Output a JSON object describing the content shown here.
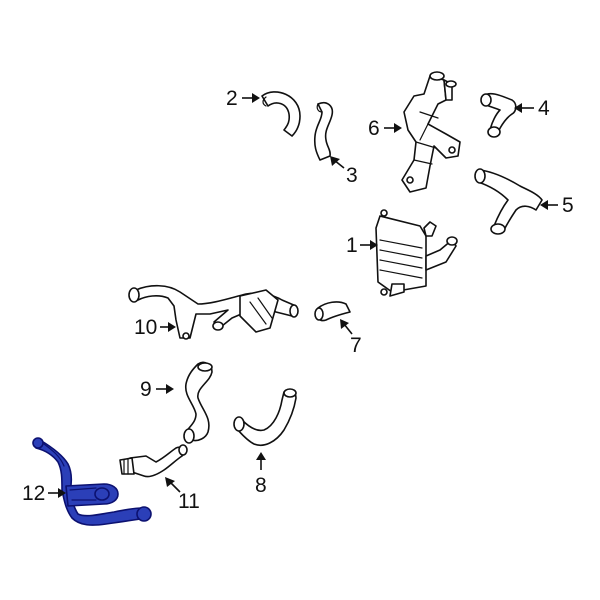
{
  "callouts": [
    {
      "number": "1"
    },
    {
      "number": "2"
    },
    {
      "number": "3"
    },
    {
      "number": "4"
    },
    {
      "number": "5"
    },
    {
      "number": "6"
    },
    {
      "number": "7"
    },
    {
      "number": "8"
    },
    {
      "number": "9"
    },
    {
      "number": "10"
    },
    {
      "number": "11"
    },
    {
      "number": "12"
    }
  ],
  "colors": {
    "highlight_fill": "#2b3fb8",
    "highlight_stroke": "#0c1170",
    "line": "#111111",
    "background": "#ffffff"
  },
  "highlighted_part": "12"
}
